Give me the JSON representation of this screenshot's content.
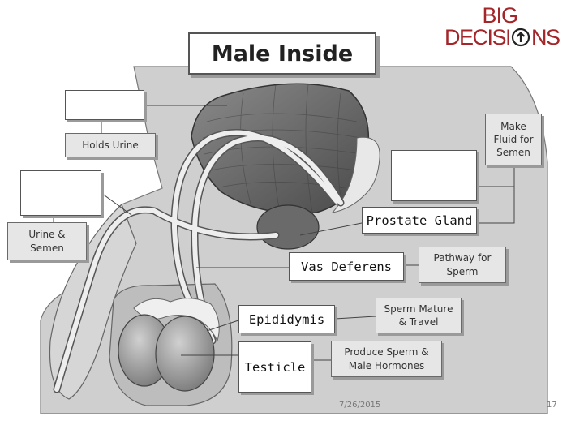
{
  "title": "Male Inside",
  "logo": {
    "line1": "BIG",
    "line2_before": "DECISI",
    "line2_after": "NS"
  },
  "labels": {
    "holds_urine": "Holds Urine",
    "urine_semen": "Urine &\nSemen",
    "make_fluid": "Make\nFluid for\nSemen",
    "pathway_sperm": "Pathway for\nSperm",
    "sperm_mature": "Sperm Mature\n& Travel",
    "produce_sperm": "Produce Sperm &\nMale Hormones",
    "prostate_gland": "Prostate Gland",
    "vas_deferens": "Vas Deferens",
    "epididymis": "Epididymis",
    "testicle": "Testicle"
  },
  "footer": {
    "date": "7/26/2015",
    "page": "17"
  },
  "colors": {
    "brand": "#a3262a",
    "body_fill": "#cfcfcf",
    "organ_fill": "#6e6e6e",
    "tube_fill": "#ececec"
  }
}
